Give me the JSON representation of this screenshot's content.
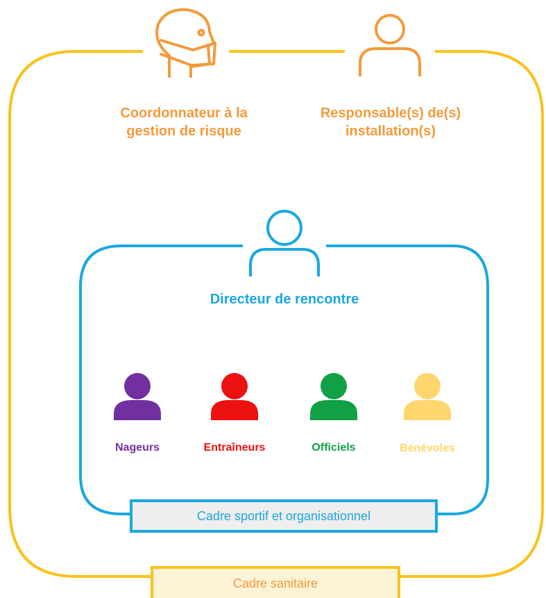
{
  "top": {
    "coordinator": "Coordonnateur à la gestion de risque",
    "facility": "Responsable(s) de(s) installation(s)"
  },
  "director": "Directeur de rencontre",
  "people": [
    {
      "label": "Nageurs",
      "color": "#7030a0"
    },
    {
      "label": "Entraîneurs",
      "color": "#ee1111"
    },
    {
      "label": "Officiels",
      "color": "#11a046"
    },
    {
      "label": "Bénévoles",
      "color": "#ffd66e"
    }
  ],
  "frames": {
    "sport": "Cadre sportif et organisationnel",
    "sanitary": "Cadre sanitaire"
  },
  "colors": {
    "outer": "#f8c21c",
    "inner": "#1aa7e0",
    "orange": "#f39a3b"
  },
  "icons": [
    "mask-person-icon",
    "person-outline-icon",
    "director-person-icon",
    "person-filled-icon"
  ]
}
